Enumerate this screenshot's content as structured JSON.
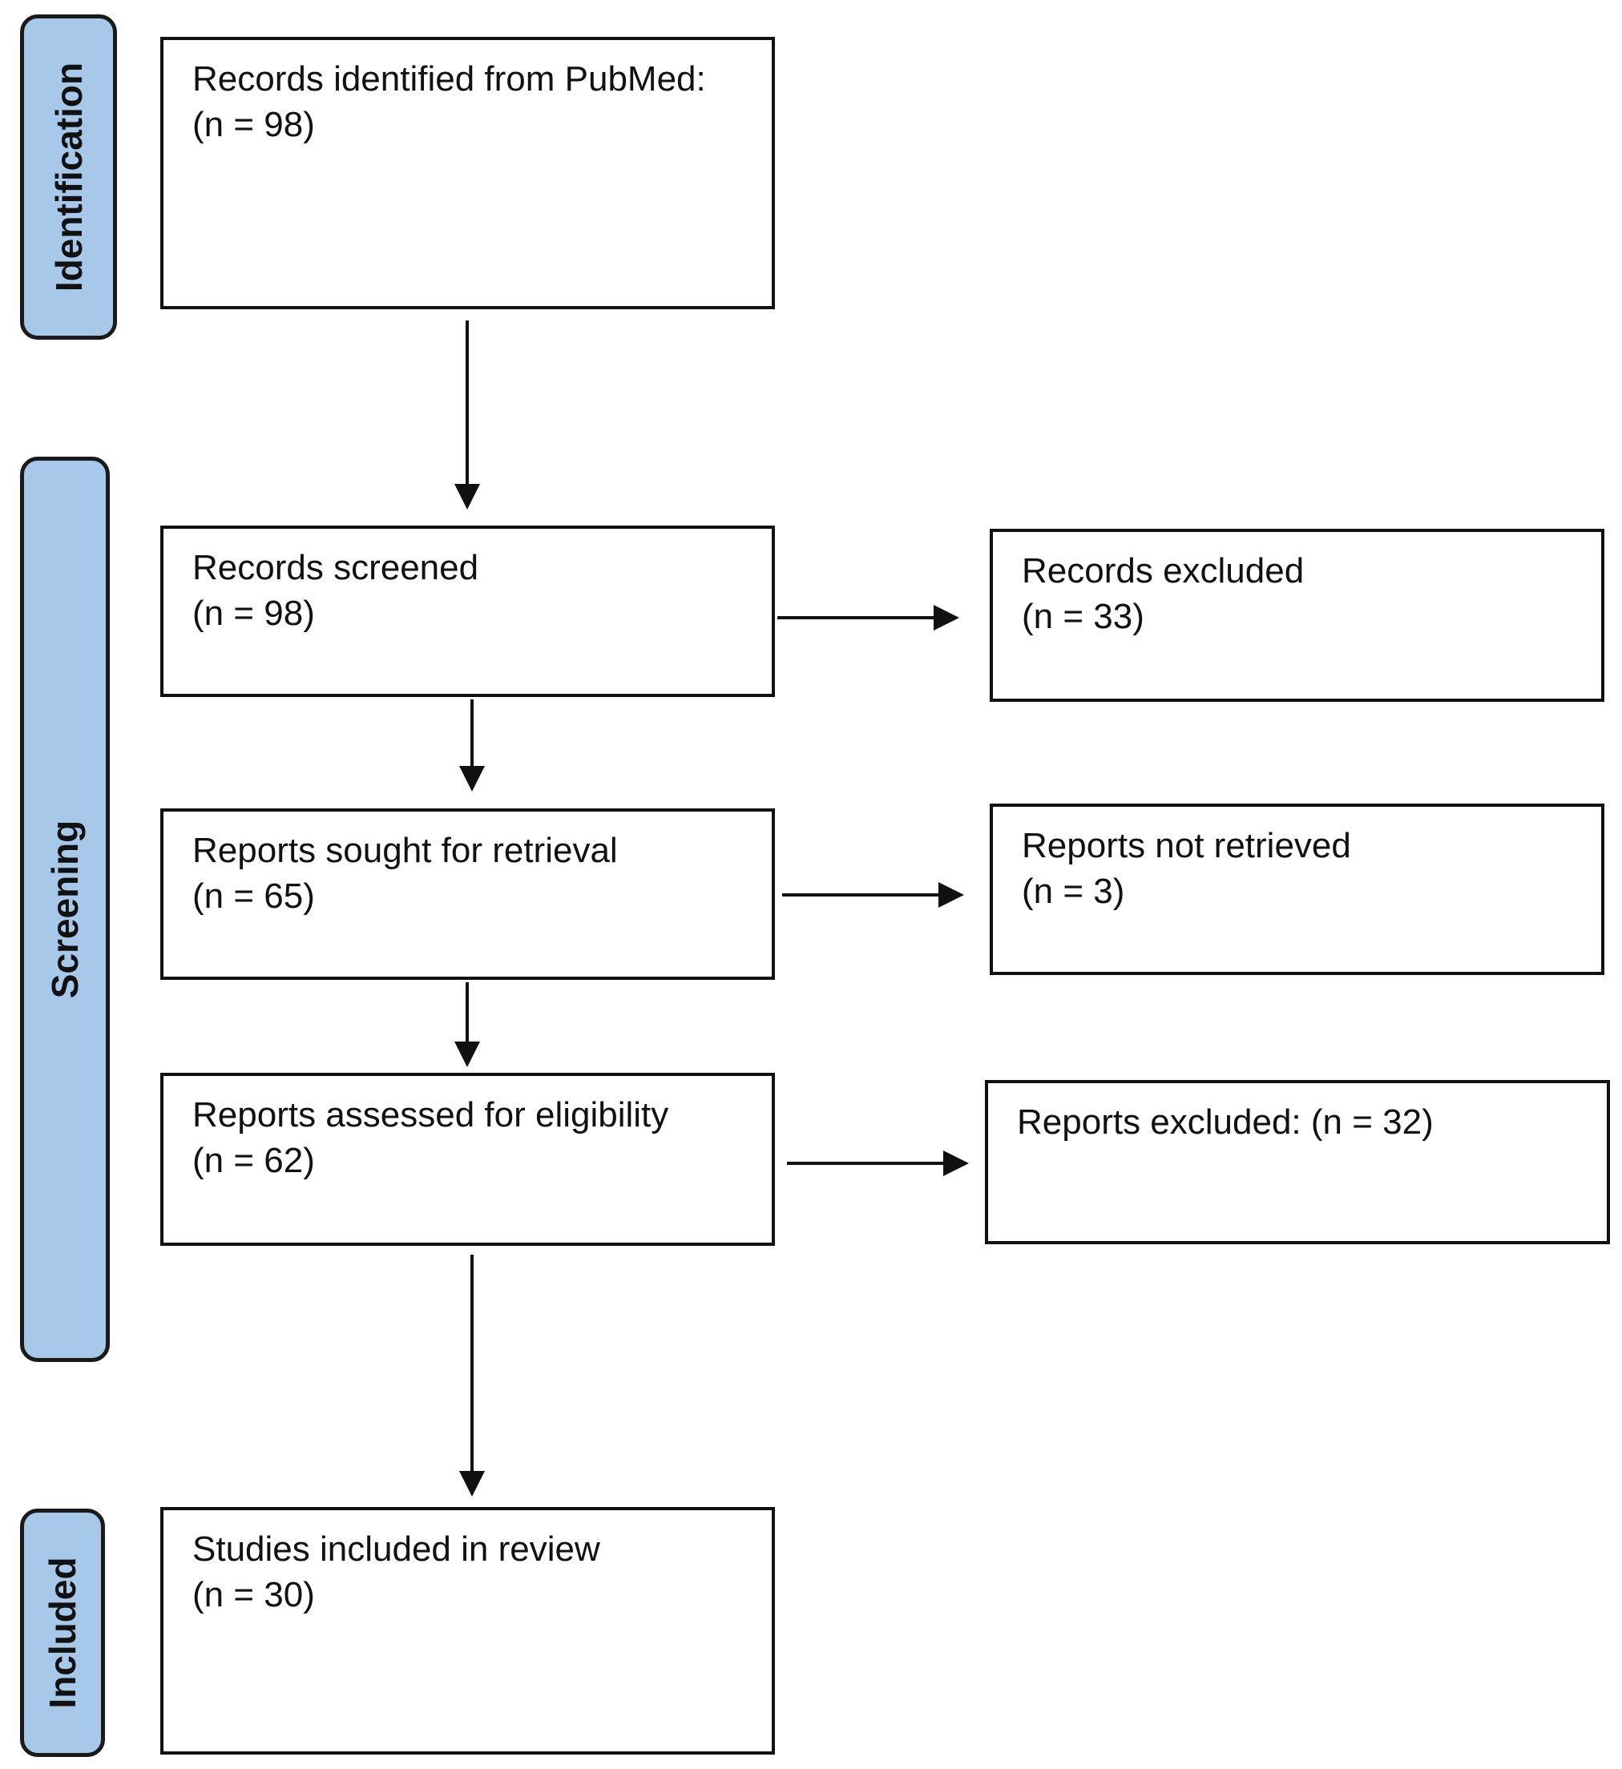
{
  "phases": {
    "identification": "Identification",
    "screening": "Screening",
    "included": "Included"
  },
  "boxes": {
    "identified": {
      "title": "Records identified from PubMed:",
      "count": "(n = 98)"
    },
    "screened": {
      "title": "Records screened",
      "count": "(n = 98)"
    },
    "excluded": {
      "title": "Records excluded",
      "count": "(n = 33)"
    },
    "sought": {
      "title": "Reports sought for retrieval",
      "count": "(n = 65)"
    },
    "not_retrieved": {
      "title": "Reports not retrieved",
      "count": "(n = 3)"
    },
    "assessed": {
      "title": "Reports assessed for eligibility",
      "count": "(n = 62)"
    },
    "reports_excluded": {
      "title": "Reports excluded: (n = 32)"
    },
    "included": {
      "title": "Studies included in review",
      "count": "(n = 30)"
    }
  },
  "colors": {
    "phase_fill": "#a8c8ea",
    "stroke": "#111111"
  }
}
